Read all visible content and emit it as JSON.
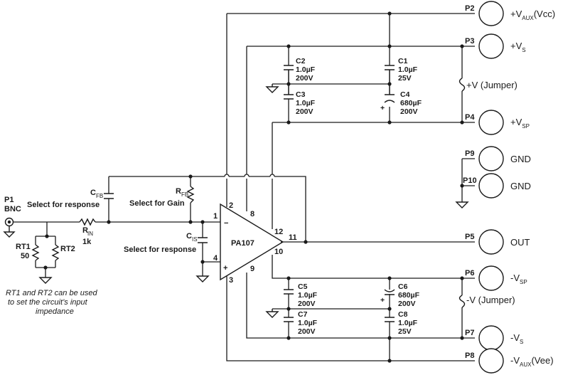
{
  "opamp": {
    "name": "PA107",
    "minus": "−",
    "plus": "+"
  },
  "pins": {
    "p1": "1",
    "p2": "2",
    "p3": "3",
    "p4": "4",
    "p8": "8",
    "p9": "9",
    "p10": "10",
    "p11": "11",
    "p12": "12"
  },
  "connectors": {
    "p1": {
      "id": "P1",
      "type": "BNC"
    },
    "p2": {
      "id": "P2",
      "net": "+V",
      "sub": "AUX",
      "suffix": "(Vcc)"
    },
    "p3": {
      "id": "P3",
      "net": "+V",
      "sub": "S"
    },
    "p4": {
      "id": "P4",
      "net": "+V",
      "sub": "SP"
    },
    "p9": {
      "id": "P9",
      "net": "GND"
    },
    "p10": {
      "id": "P10",
      "net": "GND"
    },
    "p5": {
      "id": "P5",
      "net": "OUT"
    },
    "p6": {
      "id": "P6",
      "net": "-V",
      "sub": "SP"
    },
    "p7": {
      "id": "P7",
      "net": "-V",
      "sub": "S"
    },
    "p8": {
      "id": "P8",
      "net": "-V",
      "sub": "AUX",
      "suffix": "(Vee)"
    }
  },
  "jumpers": {
    "pos": "+V (Jumper)",
    "neg": "-V (Jumper)"
  },
  "caps": {
    "c1": {
      "name": "C1",
      "v1": "1.0µF",
      "v2": "25V"
    },
    "c2": {
      "name": "C2",
      "v1": "1.0µF",
      "v2": "200V"
    },
    "c3": {
      "name": "C3",
      "v1": "1.0µF",
      "v2": "200V"
    },
    "c4": {
      "name": "C4",
      "v1": "680µF",
      "v2": "200V",
      "polarity": "+"
    },
    "c5": {
      "name": "C5",
      "v1": "1.0µF",
      "v2": "200V"
    },
    "c6": {
      "name": "C6",
      "v1": "680µF",
      "v2": "200V",
      "polarity": "+"
    },
    "c7": {
      "name": "C7",
      "v1": "1.0µF",
      "v2": "200V"
    },
    "c8": {
      "name": "C8",
      "v1": "1.0µF",
      "v2": "25V"
    }
  },
  "resistors": {
    "rfb": {
      "name": "R",
      "sub": "FB"
    },
    "rin": {
      "name": "R",
      "sub": "IN",
      "value": "1k"
    },
    "rt1": {
      "name": "RT1",
      "value": "50"
    },
    "rt2": {
      "name": "RT2"
    }
  },
  "feedback_cap": {
    "name": "C",
    "sub": "FB"
  },
  "input_cap": {
    "name": "C",
    "sub": "IS"
  },
  "labels": {
    "select_response_left": "Select for response",
    "select_gain": "Select for Gain",
    "select_response_mid": "Select for response",
    "note_line1": "RT1 and RT2 can be used",
    "note_line2": "to set the circuit’s input",
    "note_line3": "impedance"
  }
}
